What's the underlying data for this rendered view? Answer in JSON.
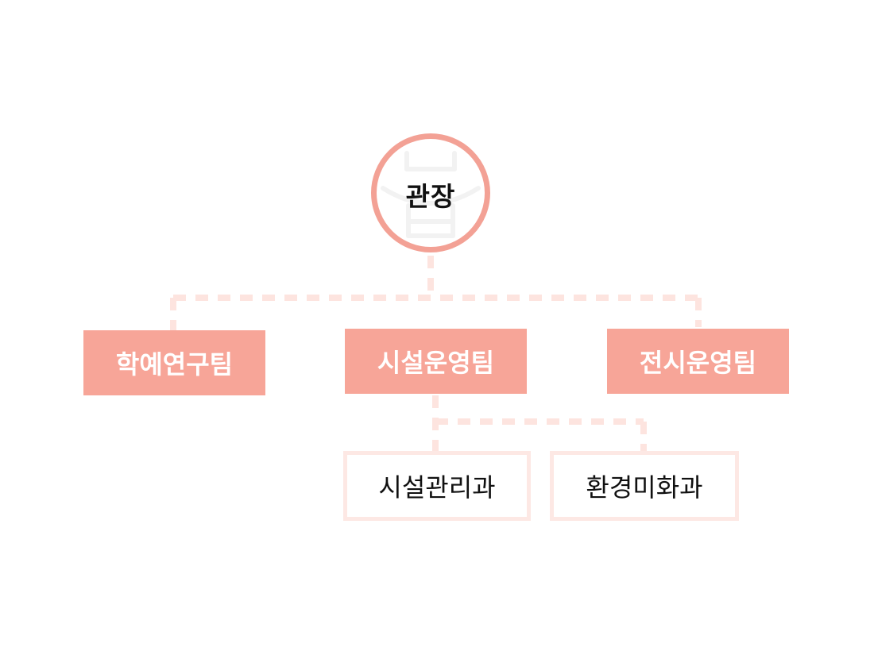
{
  "org_chart": {
    "root": {
      "label": "관장"
    },
    "teams": [
      {
        "label": "학예연구팀"
      },
      {
        "label": "시설운영팀"
      },
      {
        "label": "전시운영팀"
      }
    ],
    "sub_units": [
      {
        "label": "시설관리과"
      },
      {
        "label": "환경미화과"
      }
    ]
  },
  "colors": {
    "accent": "#f7a598",
    "root_border": "#f3a195",
    "connector": "#fde4df",
    "sub_border": "#fde8e4",
    "watermark": "#f2f2f2"
  }
}
